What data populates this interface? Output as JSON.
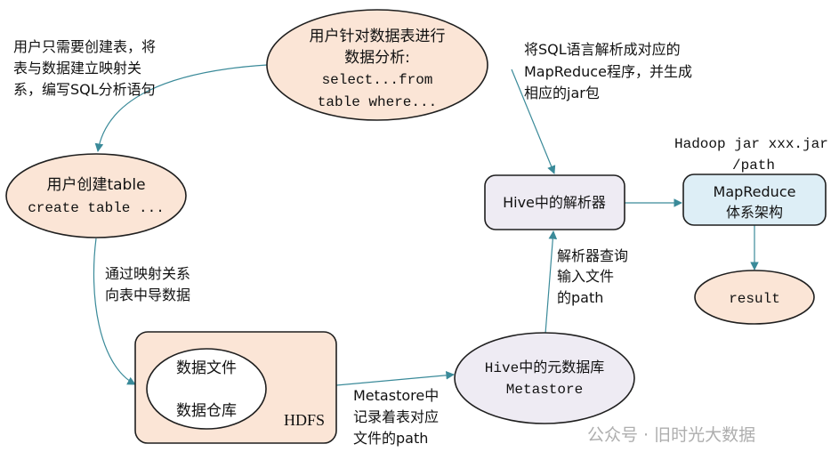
{
  "nodes": {
    "user_query": {
      "lines": [
        "用户针对数据表进行",
        "数据分析:",
        "select...from",
        "table where..."
      ]
    },
    "user_create": {
      "lines": [
        "用户创建table",
        "create table ..."
      ]
    },
    "parser": {
      "label": "Hive中的解析器"
    },
    "mapreduce": {
      "lines": [
        "MapReduce",
        "体系架构"
      ]
    },
    "result": {
      "label": "result"
    },
    "hdfs": {
      "label": "HDFS",
      "inner_lines": [
        "数据文件",
        "数据仓库"
      ]
    },
    "metastore": {
      "lines": [
        "Hive中的元数据库",
        "Metastore"
      ]
    }
  },
  "annotations": {
    "create_note": [
      "用户只需要创建表，将",
      "表与数据建立映射关",
      "系，编写SQL分析语句"
    ],
    "sql_note": [
      "将SQL语言解析成对应的",
      "MapReduce程序，并生成",
      "相应的jar包"
    ],
    "hadoop_cmd": [
      "Hadoop jar xxx.jar",
      "/path"
    ],
    "mapping_note": [
      "通过映射关系",
      "向表中导数据"
    ],
    "parser_query_note": [
      "解析器查询",
      "输入文件",
      "的path"
    ],
    "metastore_note": [
      "Metastore中",
      "记录着表对应",
      "文件的path"
    ]
  },
  "watermark": "公众号 · 旧时光大数据",
  "colors": {
    "ellipse_fill": "#fbe5d6",
    "box_fill": "#fbe5d6",
    "parser_fill": "#eeebf3",
    "mapreduce_fill": "#ddeef6",
    "stroke": "#1f1f1f",
    "arrow": "#3a8a99"
  }
}
